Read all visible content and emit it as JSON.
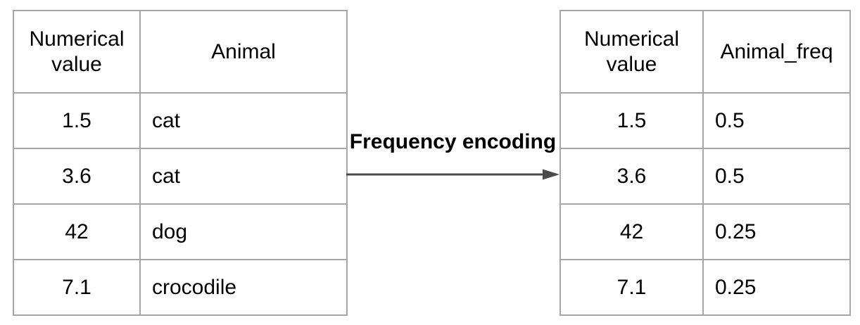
{
  "left_table": {
    "headers": [
      "Numerical value",
      "Animal"
    ],
    "rows": [
      [
        "1.5",
        "cat"
      ],
      [
        "3.6",
        "cat"
      ],
      [
        "42",
        "dog"
      ],
      [
        "7.1",
        "crocodile"
      ]
    ]
  },
  "arrow_label": "Frequency encoding",
  "right_table": {
    "headers": [
      "Numerical value",
      "Animal_freq"
    ],
    "rows": [
      [
        "1.5",
        "0.5"
      ],
      [
        "3.6",
        "0.5"
      ],
      [
        "42",
        "0.25"
      ],
      [
        "7.1",
        "0.25"
      ]
    ]
  },
  "colors": {
    "border": "#a6a6a6",
    "arrow": "#4a4a4a",
    "text": "#000000"
  }
}
